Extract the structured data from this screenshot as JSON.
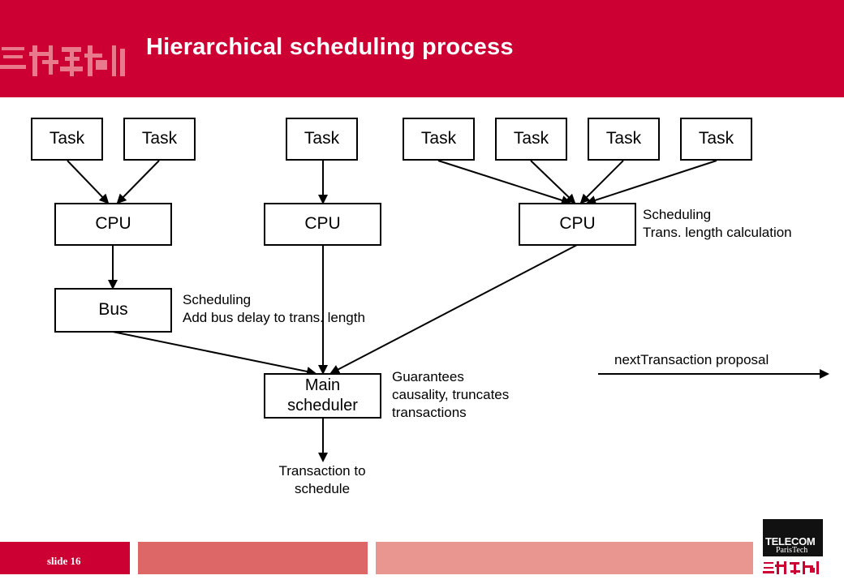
{
  "slide": {
    "title": "Hierarchical scheduling process",
    "slide_number": "slide 16"
  },
  "logo": {
    "left_icon": "calligraphy-logo",
    "telecom_line1": "TELECOM",
    "telecom_line2": "ParisTech"
  },
  "colors": {
    "header": "#cc0033",
    "footer_dark": "#cc0033",
    "footer_mid": "#dd6666",
    "footer_light": "#e8968f"
  },
  "diagram": {
    "tasks": [
      "Task",
      "Task",
      "Task",
      "Task",
      "Task",
      "Task",
      "Task"
    ],
    "cpus": [
      "CPU",
      "CPU",
      "CPU"
    ],
    "bus": "Bus",
    "main_scheduler": "Main\nscheduler",
    "output": "Transaction to\nschedule",
    "notes": {
      "bus": "Scheduling\nAdd bus delay to trans. length",
      "cpu3": "Scheduling\nTrans. length calculation",
      "main": "Guarantees\ncausality, truncates\ntransactions"
    },
    "legend": "nextTransaction proposal"
  }
}
